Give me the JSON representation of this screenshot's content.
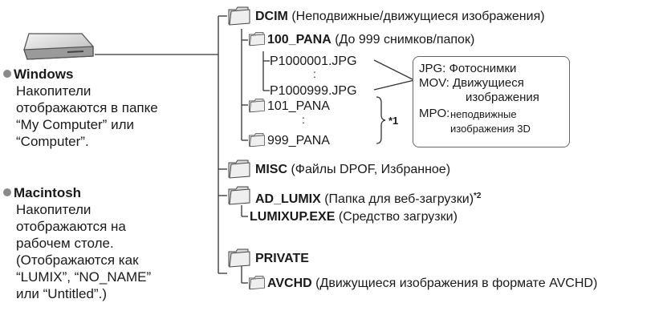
{
  "left": {
    "windows_title": "Windows",
    "windows_lines": [
      "Накопители",
      "отображаются в папке",
      "“My Computer” или",
      "“Computer”."
    ],
    "mac_title": "Macintosh",
    "mac_lines": [
      "Накопители",
      "отображаются на",
      "рабочем столе.",
      "(Отображаются как",
      "“LUMIX”, “NO_NAME”",
      "или “Untitled”.)"
    ]
  },
  "tree": {
    "dcim": {
      "name": "DCIM",
      "desc": " (Неподвижные/движущиеся изображения)"
    },
    "pana100": {
      "name": "100_PANA",
      "desc": " (До 999 снимков/папок)"
    },
    "file_first": "P1000001.JPG",
    "file_dots": ":",
    "file_last": "P1000999.JPG",
    "pana101": "101_PANA",
    "pana_dots": ":",
    "pana999": "999_PANA",
    "brace_note": "*1",
    "misc": {
      "name": "MISC",
      "desc": " (Файлы DPOF, Избранное)"
    },
    "ad_lumix": {
      "name": "AD_LUMIX",
      "desc": " (Папка для веб-загрузки)",
      "note": "*2"
    },
    "lumixup": {
      "name": "LUMIXUP.EXE",
      "desc": " (Средство загрузки)"
    },
    "private": {
      "name": "PRIVATE"
    },
    "avchd": {
      "name": "AVCHD",
      "desc": " (Движущиеся изображения в формате AVCHD)"
    }
  },
  "callout": {
    "jpg": "JPG: Фотоснимки",
    "mov1": "MOV: Движущиеся",
    "mov2": "изображения",
    "mpo_label": "MPO:",
    "mpo1": "неподвижные",
    "mpo2": "изображения 3D"
  },
  "icons": [
    "drive-icon",
    "folder-icon"
  ]
}
